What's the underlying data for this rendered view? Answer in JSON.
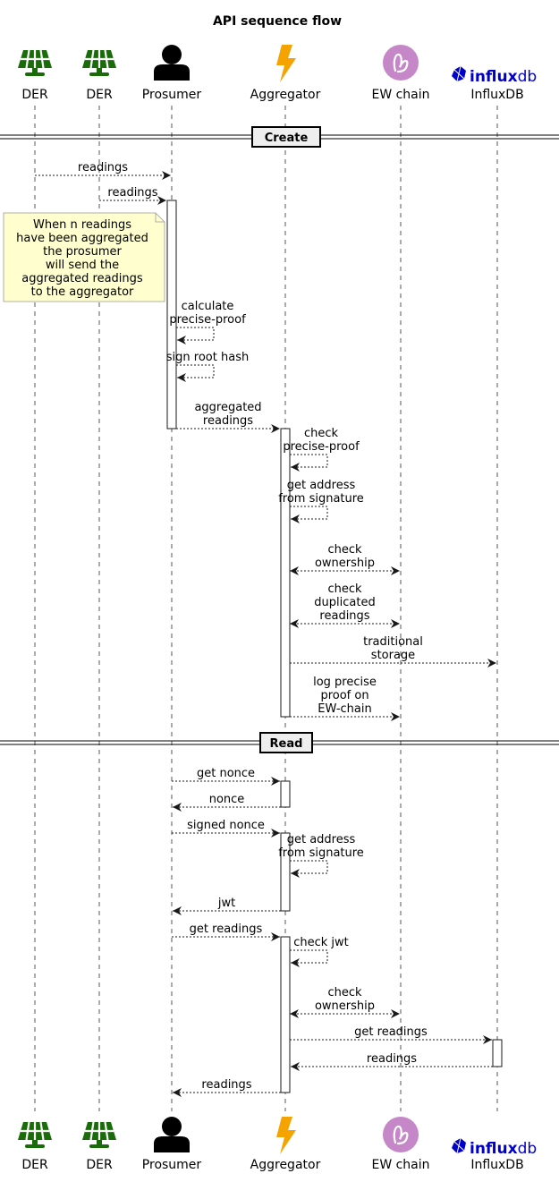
{
  "title": "API sequence flow",
  "participants": [
    {
      "id": "der1",
      "label": "DER",
      "icon": "solar-panel-icon",
      "color": "#1a6b0a"
    },
    {
      "id": "der2",
      "label": "DER",
      "icon": "solar-panel-icon",
      "color": "#1a6b0a"
    },
    {
      "id": "prosumer",
      "label": "Prosumer",
      "icon": "person-icon",
      "color": "#000000"
    },
    {
      "id": "aggregator",
      "label": "Aggregator",
      "icon": "lightning-bolt-icon",
      "color": "#f5a300"
    },
    {
      "id": "ewchain",
      "label": "EW chain",
      "icon": "energy-web-logo-icon",
      "color": "#c687c9"
    },
    {
      "id": "influxdb",
      "label": "InfluxDB",
      "icon": "influxdb-logo-icon",
      "color": "#0000cc",
      "logo_text": [
        "influx",
        "db"
      ]
    }
  ],
  "sections": [
    {
      "label": "Create"
    },
    {
      "label": "Read"
    }
  ],
  "note": {
    "lines": [
      "When n readings",
      "have been aggregated",
      "the prosumer",
      "will send the",
      "aggregated readings",
      "to the aggregator"
    ],
    "color": "#fefece"
  },
  "messages": [
    {
      "from": "der1",
      "to": "prosumer",
      "label": [
        "readings"
      ]
    },
    {
      "from": "der2",
      "to": "prosumer",
      "label": [
        "readings"
      ]
    },
    {
      "from": "prosumer",
      "to": "prosumer",
      "label": [
        "calculate",
        "precise-proof"
      ]
    },
    {
      "from": "prosumer",
      "to": "prosumer",
      "label": [
        "sign root hash"
      ]
    },
    {
      "from": "prosumer",
      "to": "aggregator",
      "label": [
        "aggregated",
        "readings"
      ]
    },
    {
      "from": "aggregator",
      "to": "aggregator",
      "label": [
        "check",
        "precise-proof"
      ]
    },
    {
      "from": "aggregator",
      "to": "aggregator",
      "label": [
        "get address",
        "from signature"
      ]
    },
    {
      "from": "aggregator",
      "to": "ewchain",
      "label": [
        "check",
        "ownership"
      ],
      "both_ends": true
    },
    {
      "from": "aggregator",
      "to": "ewchain",
      "label": [
        "check",
        "duplicated",
        "readings"
      ],
      "both_ends": true
    },
    {
      "from": "aggregator",
      "to": "influxdb",
      "label": [
        "traditional",
        "storage"
      ]
    },
    {
      "from": "aggregator",
      "to": "ewchain",
      "label": [
        "log precise",
        "proof on",
        "EW-chain"
      ]
    },
    {
      "from": "prosumer",
      "to": "aggregator",
      "label": [
        "get nonce"
      ]
    },
    {
      "from": "aggregator",
      "to": "prosumer",
      "label": [
        "nonce"
      ]
    },
    {
      "from": "prosumer",
      "to": "aggregator",
      "label": [
        "signed nonce"
      ]
    },
    {
      "from": "aggregator",
      "to": "aggregator",
      "label": [
        "get address",
        "from signature"
      ]
    },
    {
      "from": "aggregator",
      "to": "prosumer",
      "label": [
        "jwt"
      ]
    },
    {
      "from": "prosumer",
      "to": "aggregator",
      "label": [
        "get readings"
      ]
    },
    {
      "from": "aggregator",
      "to": "aggregator",
      "label": [
        "check jwt"
      ]
    },
    {
      "from": "aggregator",
      "to": "ewchain",
      "label": [
        "check",
        "ownership"
      ],
      "both_ends": true
    },
    {
      "from": "aggregator",
      "to": "influxdb",
      "label": [
        "get readings"
      ]
    },
    {
      "from": "influxdb",
      "to": "aggregator",
      "label": [
        "readings"
      ]
    },
    {
      "from": "aggregator",
      "to": "prosumer",
      "label": [
        "readings"
      ]
    }
  ]
}
